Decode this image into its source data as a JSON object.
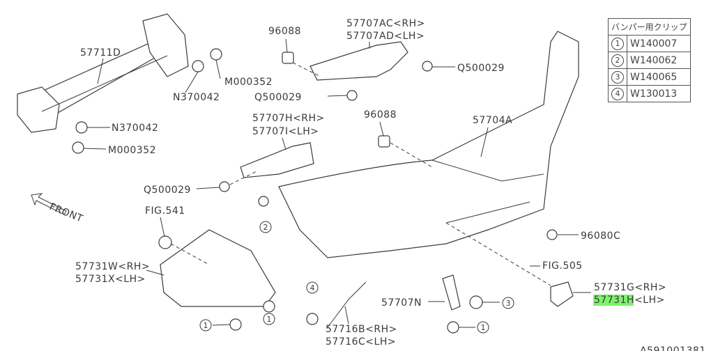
{
  "labels": {
    "beam": "57711D",
    "bolt_top_right": "M000352",
    "nut_top": "N370042",
    "nut_left": "N370042",
    "bolt_left": "M000352",
    "clip_top": "96088",
    "bracket_rh_top": "57707AC<RH>",
    "bracket_lh_top": "57707AD<LH>",
    "screw_top_right": "Q500029",
    "screw_top_mid": "Q500029",
    "bracket_rh_mid": "57707H<RH>",
    "bracket_lh_mid": "57707I<LH>",
    "clip_mid": "96088",
    "bumper": "57704A",
    "screw_left": "Q500029",
    "front": "FRONT",
    "fig_541": "FIG.541",
    "screw_right": "96080C",
    "guard_rh": "57731W<RH>",
    "guard_lh": "57731X<LH>",
    "fig_505": "FIG.505",
    "reflector_rh": "57731G<RH>",
    "reflector_lh": "57731H<LH>",
    "bracket_bottom": "57707N",
    "harness_rh": "57716B<RH>",
    "harness_lh": "57716C<LH>",
    "diagram_id": "A591001381"
  },
  "callouts": [
    "1",
    "2",
    "3",
    "4"
  ],
  "clip_table": {
    "header": "バンパー用クリップ",
    "rows": [
      {
        "num": "1",
        "part": "W140007"
      },
      {
        "num": "2",
        "part": "W140062"
      },
      {
        "num": "3",
        "part": "W140065"
      },
      {
        "num": "4",
        "part": "W130013"
      }
    ]
  },
  "highlight_color": "#7cf36b"
}
